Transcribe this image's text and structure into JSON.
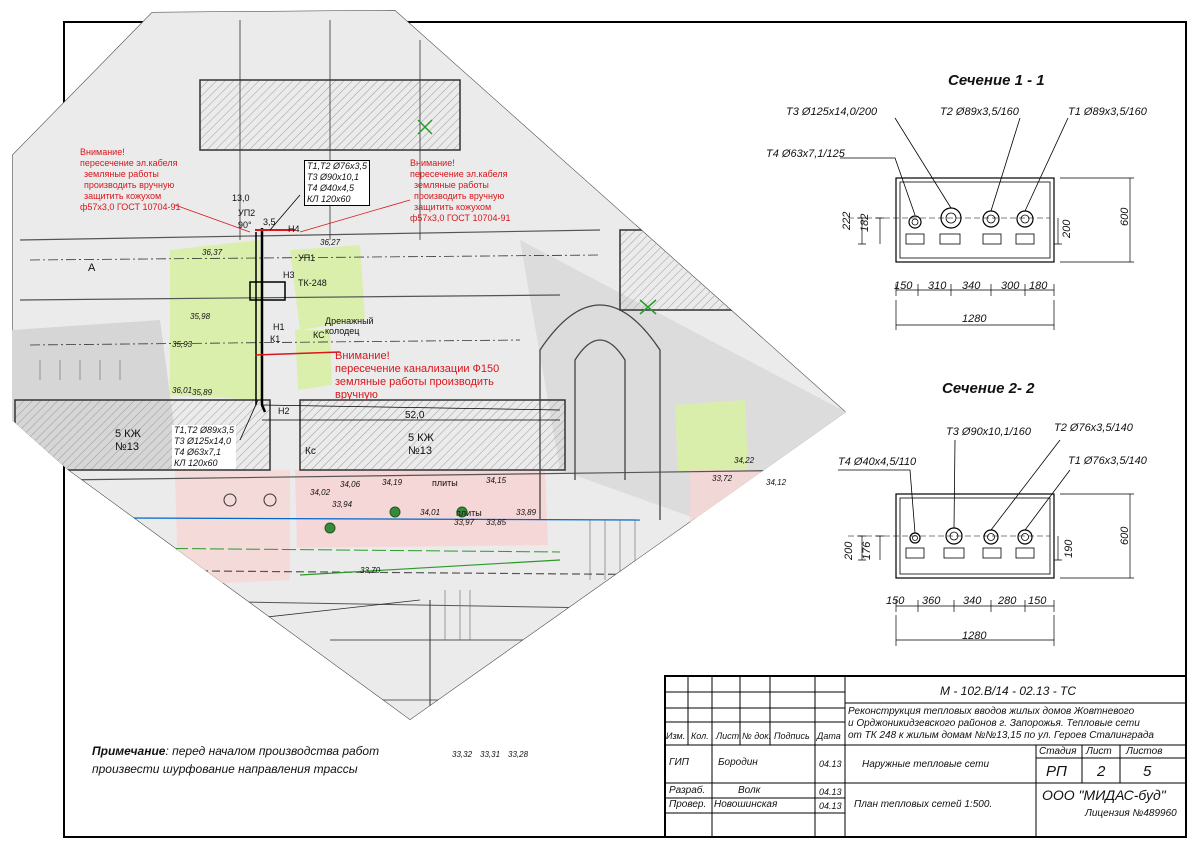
{
  "plan": {
    "warnings": [
      {
        "title": "Внимание!",
        "lines": [
          "пересечение эл.кабеля",
          "земляные работы",
          "производить вручную",
          "защитить кожухом",
          "ф57х3,0 ГОСТ 10704-91"
        ]
      },
      {
        "title": "Внимание!",
        "lines": [
          "пересечение эл.кабеля",
          "земляные работы",
          "производить вручную",
          "защитить кожухом",
          "ф57х3,0 ГОСТ 10704-91"
        ]
      }
    ],
    "warning3": [
      "Внимание!",
      "пересечение канализации Ф150",
      "земляные работы производить",
      "вручную"
    ],
    "pipe_box_top": [
      "Т1,Т2 Ø76х3,5",
      "Т3 Ø90х10,1",
      "Т4 Ø40х4,5",
      "КЛ 120х60"
    ],
    "pipe_box_bottom": [
      "Т1,Т2 Ø89х3,5",
      "Т3 Ø125х14,0",
      "Т4 Ø63х7,1",
      "КЛ 120х60"
    ],
    "labels": {
      "up2": "УП2",
      "up1": "УП1",
      "h4": "Н4",
      "h3": "Н3",
      "h1": "Н1",
      "h2": "Н2",
      "k1": "К1",
      "kc": "КС",
      "tk248": "ТК-248",
      "drain": [
        "Дренажный",
        "колодец"
      ],
      "d130": "13,0",
      "d35": "3,5",
      "d90": "90°",
      "d520": "52,0",
      "house_left": [
        "5 КЖ",
        "№13"
      ],
      "house_right": [
        "5 КЖ",
        "№13"
      ],
      "kc2": "Кс",
      "plity1": "плиты",
      "plity2": "плиты",
      "bldg_a": "А",
      "elev": [
        "36,27",
        "36,37",
        "35,93",
        "35,98",
        "36,01",
        "35,89",
        "34,02",
        "34,06",
        "34,19",
        "34,15",
        "33,94",
        "34,01",
        "33,97",
        "33,89",
        "33,85",
        "33,70",
        "33,72",
        "34,12",
        "34,22",
        "33,32",
        "33,31",
        "33,28"
      ]
    }
  },
  "section1": {
    "title": "Сечение 1 - 1",
    "pipes": [
      "Т3 Ø125х14,0/200",
      "Т2 Ø89х3,5/160",
      "Т1 Ø89х3,5/160",
      "Т4 Ø63х7,1/125"
    ],
    "dims_bottom": [
      "150",
      "310",
      "340",
      "300",
      "180"
    ],
    "total": "1280",
    "dims_left": [
      "222",
      "182"
    ],
    "dim_right": "200",
    "height": "600"
  },
  "section2": {
    "title": "Сечение 2- 2",
    "pipes": [
      "Т3 Ø90х10,1/160",
      "Т2 Ø76х3,5/140",
      "Т1 Ø76х3,5/140",
      "Т4 Ø40х4,5/110"
    ],
    "dims_bottom": [
      "150",
      "360",
      "340",
      "280",
      "150"
    ],
    "total": "1280",
    "dims_left": [
      "200",
      "176"
    ],
    "dim_right": "190",
    "height": "600"
  },
  "note": {
    "head": "Примечание",
    "text1": ": перед началом производства работ",
    "text2": "произвести шурфование направления трассы"
  },
  "title_block": {
    "code": "М - 102.В/14 - 02.13 - ТС",
    "project_lines": [
      "Реконструкция тепловых вводов жилых домов Жовтневого",
      "и Орджоникидзевского районов г. Запорожья. Тепловые сети",
      "от ТК 248 к жилым  домам  №№13,15  по ул. Героев Сталинграда"
    ],
    "header_cols": [
      "Изм.",
      "Кол.",
      "Лист",
      "№ док.",
      "Подпись",
      "Дата"
    ],
    "rows": [
      {
        "role": "ГИП",
        "name": "Бородин",
        "date": "04.13"
      },
      {
        "role": "Разраб.",
        "name": "Волк",
        "date": "04.13"
      },
      {
        "role": "Провер.",
        "name": "Новошинская",
        "date": "04.13"
      }
    ],
    "section_name": "Наружные тепловые сети",
    "stage_headers": [
      "Стадия",
      "Лист",
      "Листов"
    ],
    "stage_values": [
      "РП",
      "2",
      "5"
    ],
    "drawing_name": "План тепловых сетей 1:500.",
    "company": "ООО \"МИДАС-буд\"",
    "license": "Лицензия №489960"
  }
}
